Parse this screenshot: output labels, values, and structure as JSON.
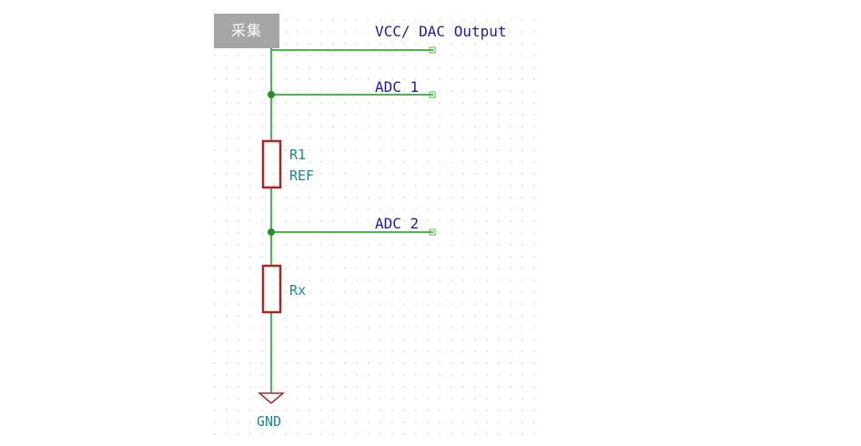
{
  "tag": {
    "label": "采集"
  },
  "nets": {
    "vcc": "VCC/ DAC Output",
    "adc1": "ADC 1",
    "adc2": "ADC 2"
  },
  "components": {
    "r1_ref": "R1",
    "r1_value": "REF",
    "rx_ref": "Rx",
    "gnd": "GND"
  },
  "colors": {
    "wire": "#4cb84c",
    "resistor": "#a82828",
    "net_label": "#1a1ab0",
    "ref_label": "#1a8a8a",
    "tag_bg": "#a6a6a6"
  }
}
